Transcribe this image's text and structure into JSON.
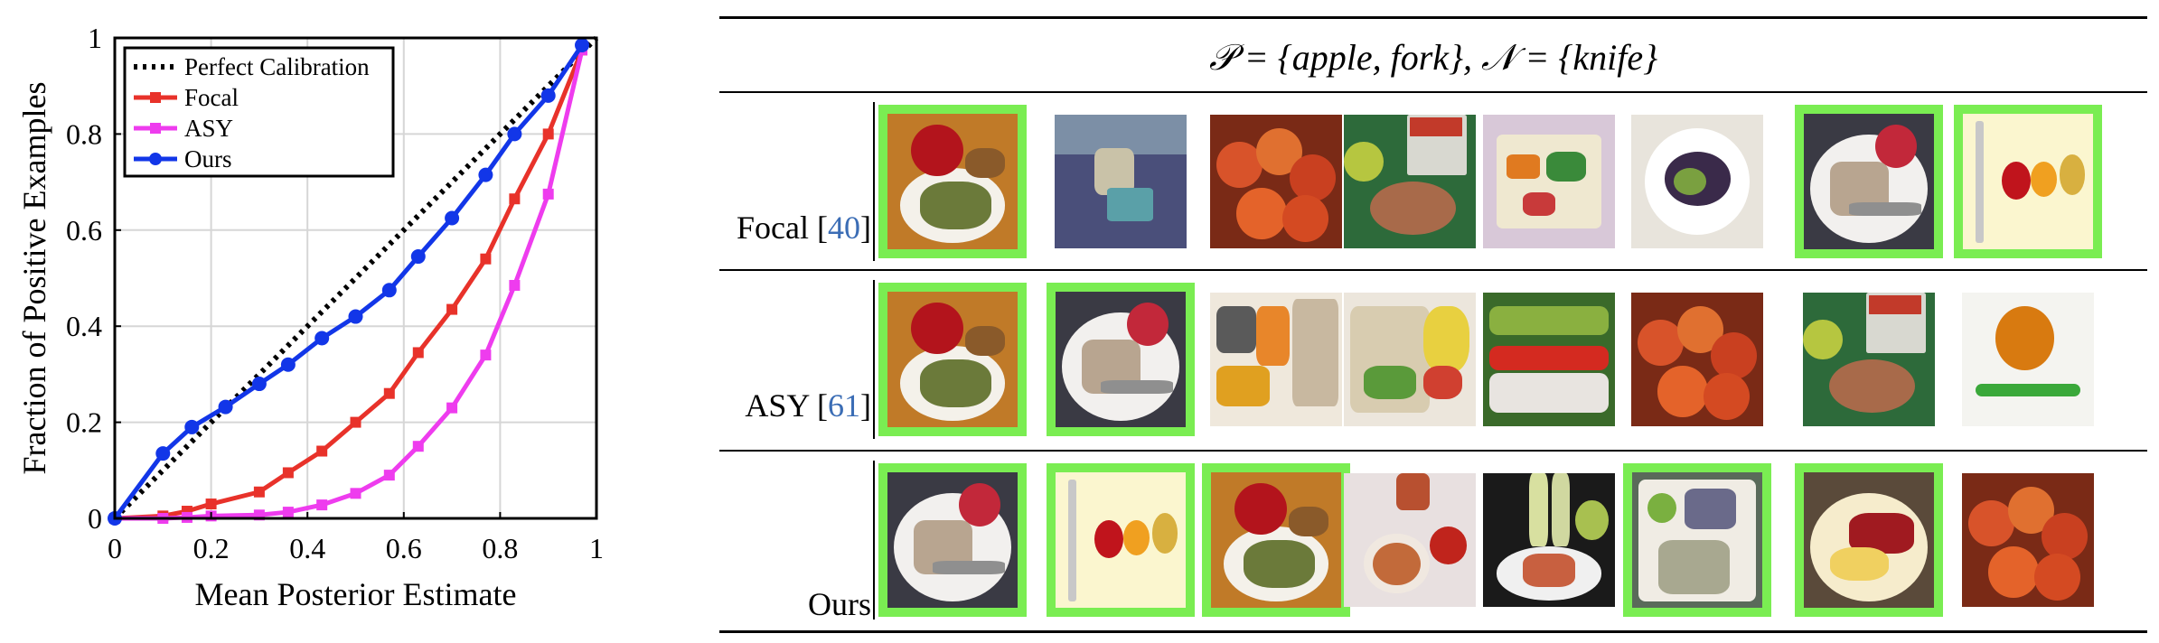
{
  "chart_data": {
    "type": "line",
    "xlabel": "Mean Posterior Estimate",
    "ylabel": "Fraction of Positive Examples",
    "xlim": [
      0,
      1
    ],
    "ylim": [
      0,
      1
    ],
    "xticks": [
      "0",
      "0.2",
      "0.4",
      "0.6",
      "0.8",
      "1"
    ],
    "yticks": [
      "0",
      "0.2",
      "0.4",
      "0.6",
      "0.8",
      "1"
    ],
    "grid": true,
    "legend_position": "top-left",
    "series": [
      {
        "name": "Perfect Calibration",
        "color": "#000000",
        "style": "dotted",
        "x": [
          0,
          1
        ],
        "y": [
          0,
          1
        ]
      },
      {
        "name": "Focal",
        "color": "#e8322a",
        "marker": "square",
        "x": [
          0,
          0.1,
          0.15,
          0.2,
          0.3,
          0.36,
          0.43,
          0.5,
          0.57,
          0.63,
          0.7,
          0.77,
          0.83,
          0.9,
          0.97
        ],
        "y": [
          0,
          0.005,
          0.015,
          0.03,
          0.055,
          0.095,
          0.14,
          0.2,
          0.26,
          0.345,
          0.435,
          0.54,
          0.665,
          0.8,
          0.975
        ]
      },
      {
        "name": "ASY",
        "color": "#ee3cee",
        "marker": "square",
        "x": [
          0,
          0.1,
          0.15,
          0.2,
          0.3,
          0.36,
          0.43,
          0.5,
          0.57,
          0.63,
          0.7,
          0.77,
          0.83,
          0.9,
          0.97
        ],
        "y": [
          0,
          0,
          0.002,
          0.005,
          0.007,
          0.013,
          0.028,
          0.052,
          0.09,
          0.15,
          0.23,
          0.34,
          0.485,
          0.675,
          0.975
        ]
      },
      {
        "name": "Ours",
        "color": "#1236e8",
        "marker": "circle",
        "x": [
          0,
          0.1,
          0.16,
          0.23,
          0.3,
          0.36,
          0.43,
          0.5,
          0.57,
          0.63,
          0.7,
          0.77,
          0.83,
          0.9,
          0.97
        ],
        "y": [
          0,
          0.135,
          0.19,
          0.232,
          0.28,
          0.32,
          0.375,
          0.42,
          0.475,
          0.545,
          0.625,
          0.715,
          0.8,
          0.88,
          0.985
        ]
      }
    ]
  },
  "table": {
    "header": "𝒫 = {apple, fork}, 𝒩 = {knife}",
    "rows": [
      {
        "label": "Focal [",
        "cite": "40",
        "close": "]",
        "images": [
          {
            "desc": "apple-fork-plate",
            "positive": true
          },
          {
            "desc": "picnic-table",
            "positive": false
          },
          {
            "desc": "apples-pile",
            "positive": false
          },
          {
            "desc": "oat-bowl",
            "positive": false
          },
          {
            "desc": "lunchbox",
            "positive": false
          },
          {
            "desc": "salad-bowl",
            "positive": false
          },
          {
            "desc": "cake-apple-plate",
            "positive": true
          },
          {
            "desc": "fruit-fork-yellow",
            "positive": true
          }
        ]
      },
      {
        "label": "ASY [",
        "cite": "61",
        "close": "]",
        "images": [
          {
            "desc": "apple-fork-plate",
            "positive": true
          },
          {
            "desc": "cake-apple-plate",
            "positive": true
          },
          {
            "desc": "lunch-tray",
            "positive": false
          },
          {
            "desc": "salad-container-banana",
            "positive": false
          },
          {
            "desc": "market-apples",
            "positive": false
          },
          {
            "desc": "apples-pile",
            "positive": false
          },
          {
            "desc": "oat-bowl",
            "positive": false
          },
          {
            "desc": "orange-spork",
            "positive": false
          }
        ]
      },
      {
        "label": "Ours",
        "cite": "",
        "close": "",
        "images": [
          {
            "desc": "cake-apple-plate",
            "positive": true
          },
          {
            "desc": "fruit-fork-yellow",
            "positive": true
          },
          {
            "desc": "apple-fork-plate",
            "positive": true
          },
          {
            "desc": "applesauce-tablecloth",
            "positive": false
          },
          {
            "desc": "bottles-plate",
            "positive": false
          },
          {
            "desc": "tray-apple-meal",
            "positive": true
          },
          {
            "desc": "plate-fork-dessert",
            "positive": true
          },
          {
            "desc": "apples-pile",
            "positive": false
          }
        ]
      }
    ]
  }
}
